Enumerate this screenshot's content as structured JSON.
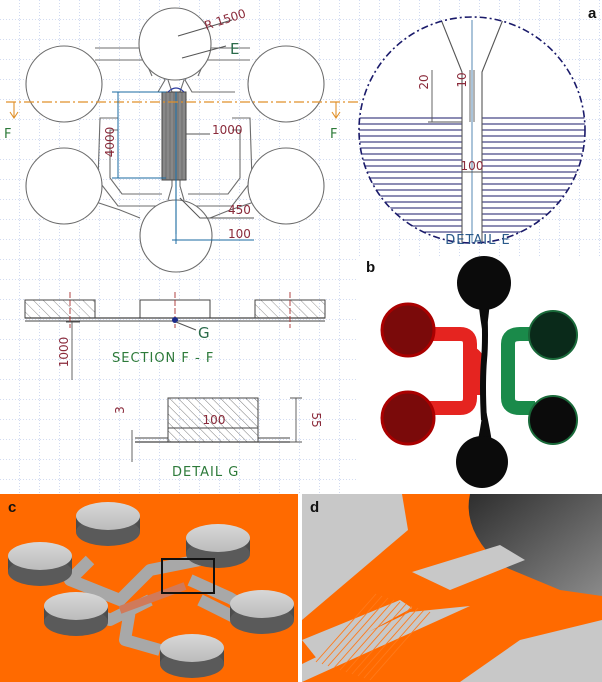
{
  "panels": {
    "a": "a",
    "b": "b",
    "c": "c",
    "d": "d"
  },
  "drawing": {
    "radius": "R 1500",
    "label_e": "E",
    "f_left": "F",
    "f_right": "F",
    "dim_4000": "4000",
    "dim_1000_channel": "1000",
    "dim_450": "450",
    "dim_100_outlet": "100",
    "section_label": "SECTION F - F",
    "label_g": "G",
    "dim_1000_section": "1000",
    "detail_e_title": "DETAIL E",
    "dim_20": "20",
    "dim_10": "10",
    "dim_100_detail_e": "100",
    "detail_g_title": "DETAIL G",
    "dim_3": "3",
    "dim_100_detail_g": "100",
    "dim_55": "55"
  },
  "photo_colors": {
    "red_channel": "#e52420",
    "red_reservoir": "#7a0a0a",
    "green_channel": "#1a8a4a",
    "green_reservoir": "#0a2a1a",
    "black_reservoir": "#0b0b0b"
  },
  "render_colors": {
    "background": "#ff6a00",
    "device": "#c8c8c8"
  }
}
